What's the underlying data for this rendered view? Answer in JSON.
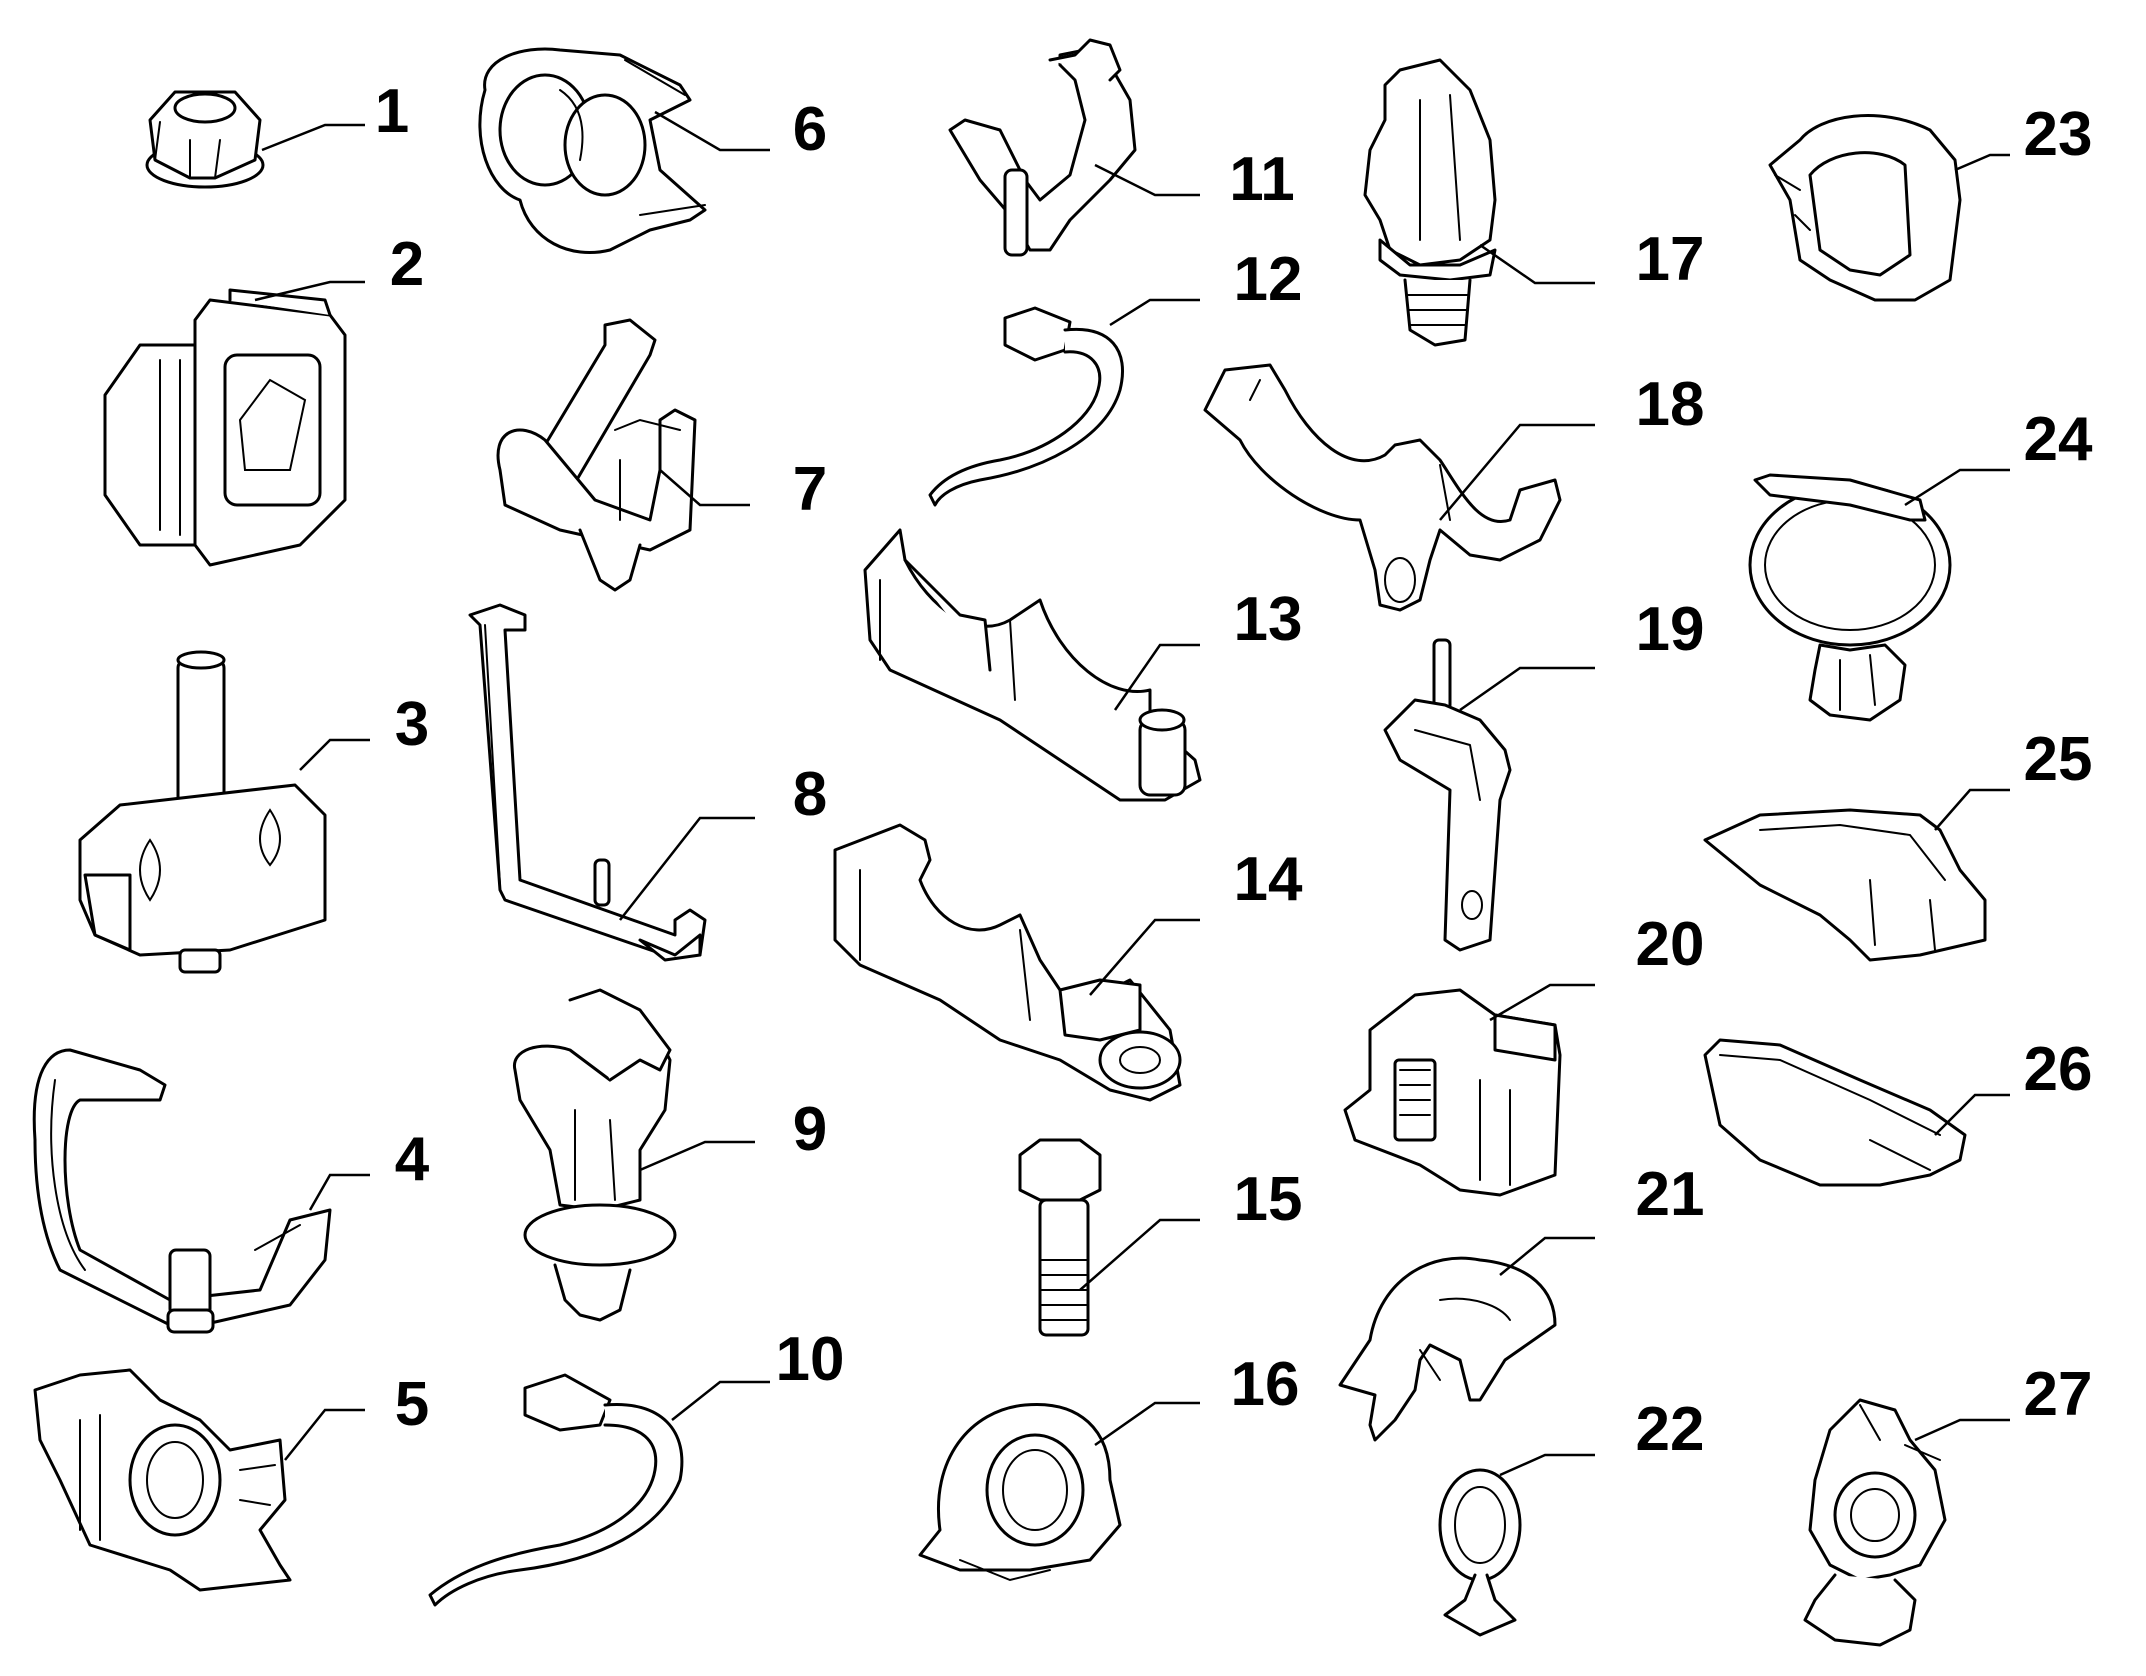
{
  "diagram": {
    "parts": [
      {
        "number": "1",
        "icon": "hex-flange-nut-icon"
      },
      {
        "number": "2",
        "icon": "square-grommet-bracket-icon"
      },
      {
        "number": "3",
        "icon": "double-pipe-clip-with-stud-icon"
      },
      {
        "number": "4",
        "icon": "strap-bracket-clip-icon"
      },
      {
        "number": "5",
        "icon": "pipe-holder-clip-icon"
      },
      {
        "number": "6",
        "icon": "double-ring-clamp-icon"
      },
      {
        "number": "7",
        "icon": "u-channel-push-clip-icon"
      },
      {
        "number": "8",
        "icon": "l-bracket-clip-icon"
      },
      {
        "number": "9",
        "icon": "fork-push-clip-icon"
      },
      {
        "number": "10",
        "icon": "cable-tie-icon"
      },
      {
        "number": "11",
        "icon": "y-pipe-clip-icon"
      },
      {
        "number": "12",
        "icon": "small-cable-tie-icon"
      },
      {
        "number": "13",
        "icon": "double-saddle-bracket-icon"
      },
      {
        "number": "14",
        "icon": "saddle-bracket-with-eye-icon"
      },
      {
        "number": "15",
        "icon": "hex-bolt-icon"
      },
      {
        "number": "16",
        "icon": "ring-clip-icon"
      },
      {
        "number": "17",
        "icon": "stacked-clip-with-fir-tree-icon"
      },
      {
        "number": "18",
        "icon": "saddle-clip-with-loop-icon"
      },
      {
        "number": "19",
        "icon": "stud-plate-bracket-icon"
      },
      {
        "number": "20",
        "icon": "connector-holder-icon"
      },
      {
        "number": "21",
        "icon": "open-clip-icon"
      },
      {
        "number": "22",
        "icon": "small-ring-clip-icon"
      },
      {
        "number": "23",
        "icon": "d-shaped-grommet-icon"
      },
      {
        "number": "24",
        "icon": "strap-clip-with-hook-icon"
      },
      {
        "number": "25",
        "icon": "cable-channel-cover-icon"
      },
      {
        "number": "26",
        "icon": "channel-lid-icon"
      },
      {
        "number": "27",
        "icon": "multi-pipe-clip-icon"
      }
    ]
  }
}
